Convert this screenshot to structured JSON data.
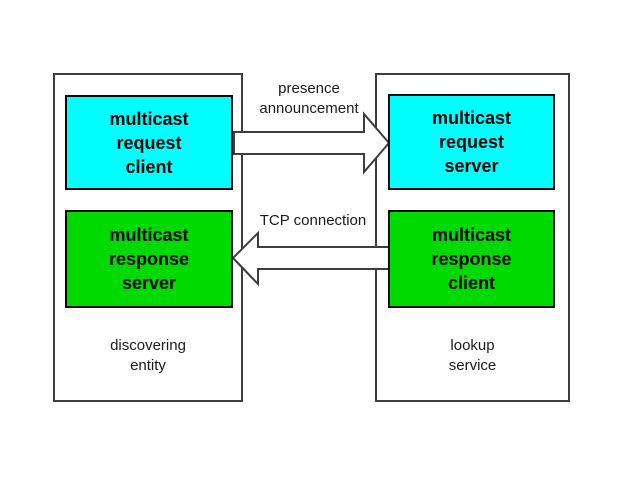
{
  "diagram": {
    "title": "multicast discovery diagram",
    "background_color": "#ffffff",
    "colors": {
      "request_box": "#00ffff",
      "response_box": "#00da00",
      "outline": "#3d3d3d",
      "text": "#1b1b1b"
    },
    "left_entity": {
      "label": "discovering\nentity",
      "request_box_label": "multicast\nrequest\nclient",
      "response_box_label": "multicast\nresponse\nserver"
    },
    "right_entity": {
      "label": "lookup\nservice",
      "request_box_label": "multicast\nrequest\nserver",
      "response_box_label": "multicast\nresponse\nclient"
    },
    "arrows": [
      {
        "label": "presence\nannouncement",
        "direction": "right",
        "from": "multicast request client",
        "to": "multicast request server"
      },
      {
        "label": "TCP connection",
        "direction": "left",
        "from": "multicast response client",
        "to": "multicast response server"
      }
    ]
  }
}
